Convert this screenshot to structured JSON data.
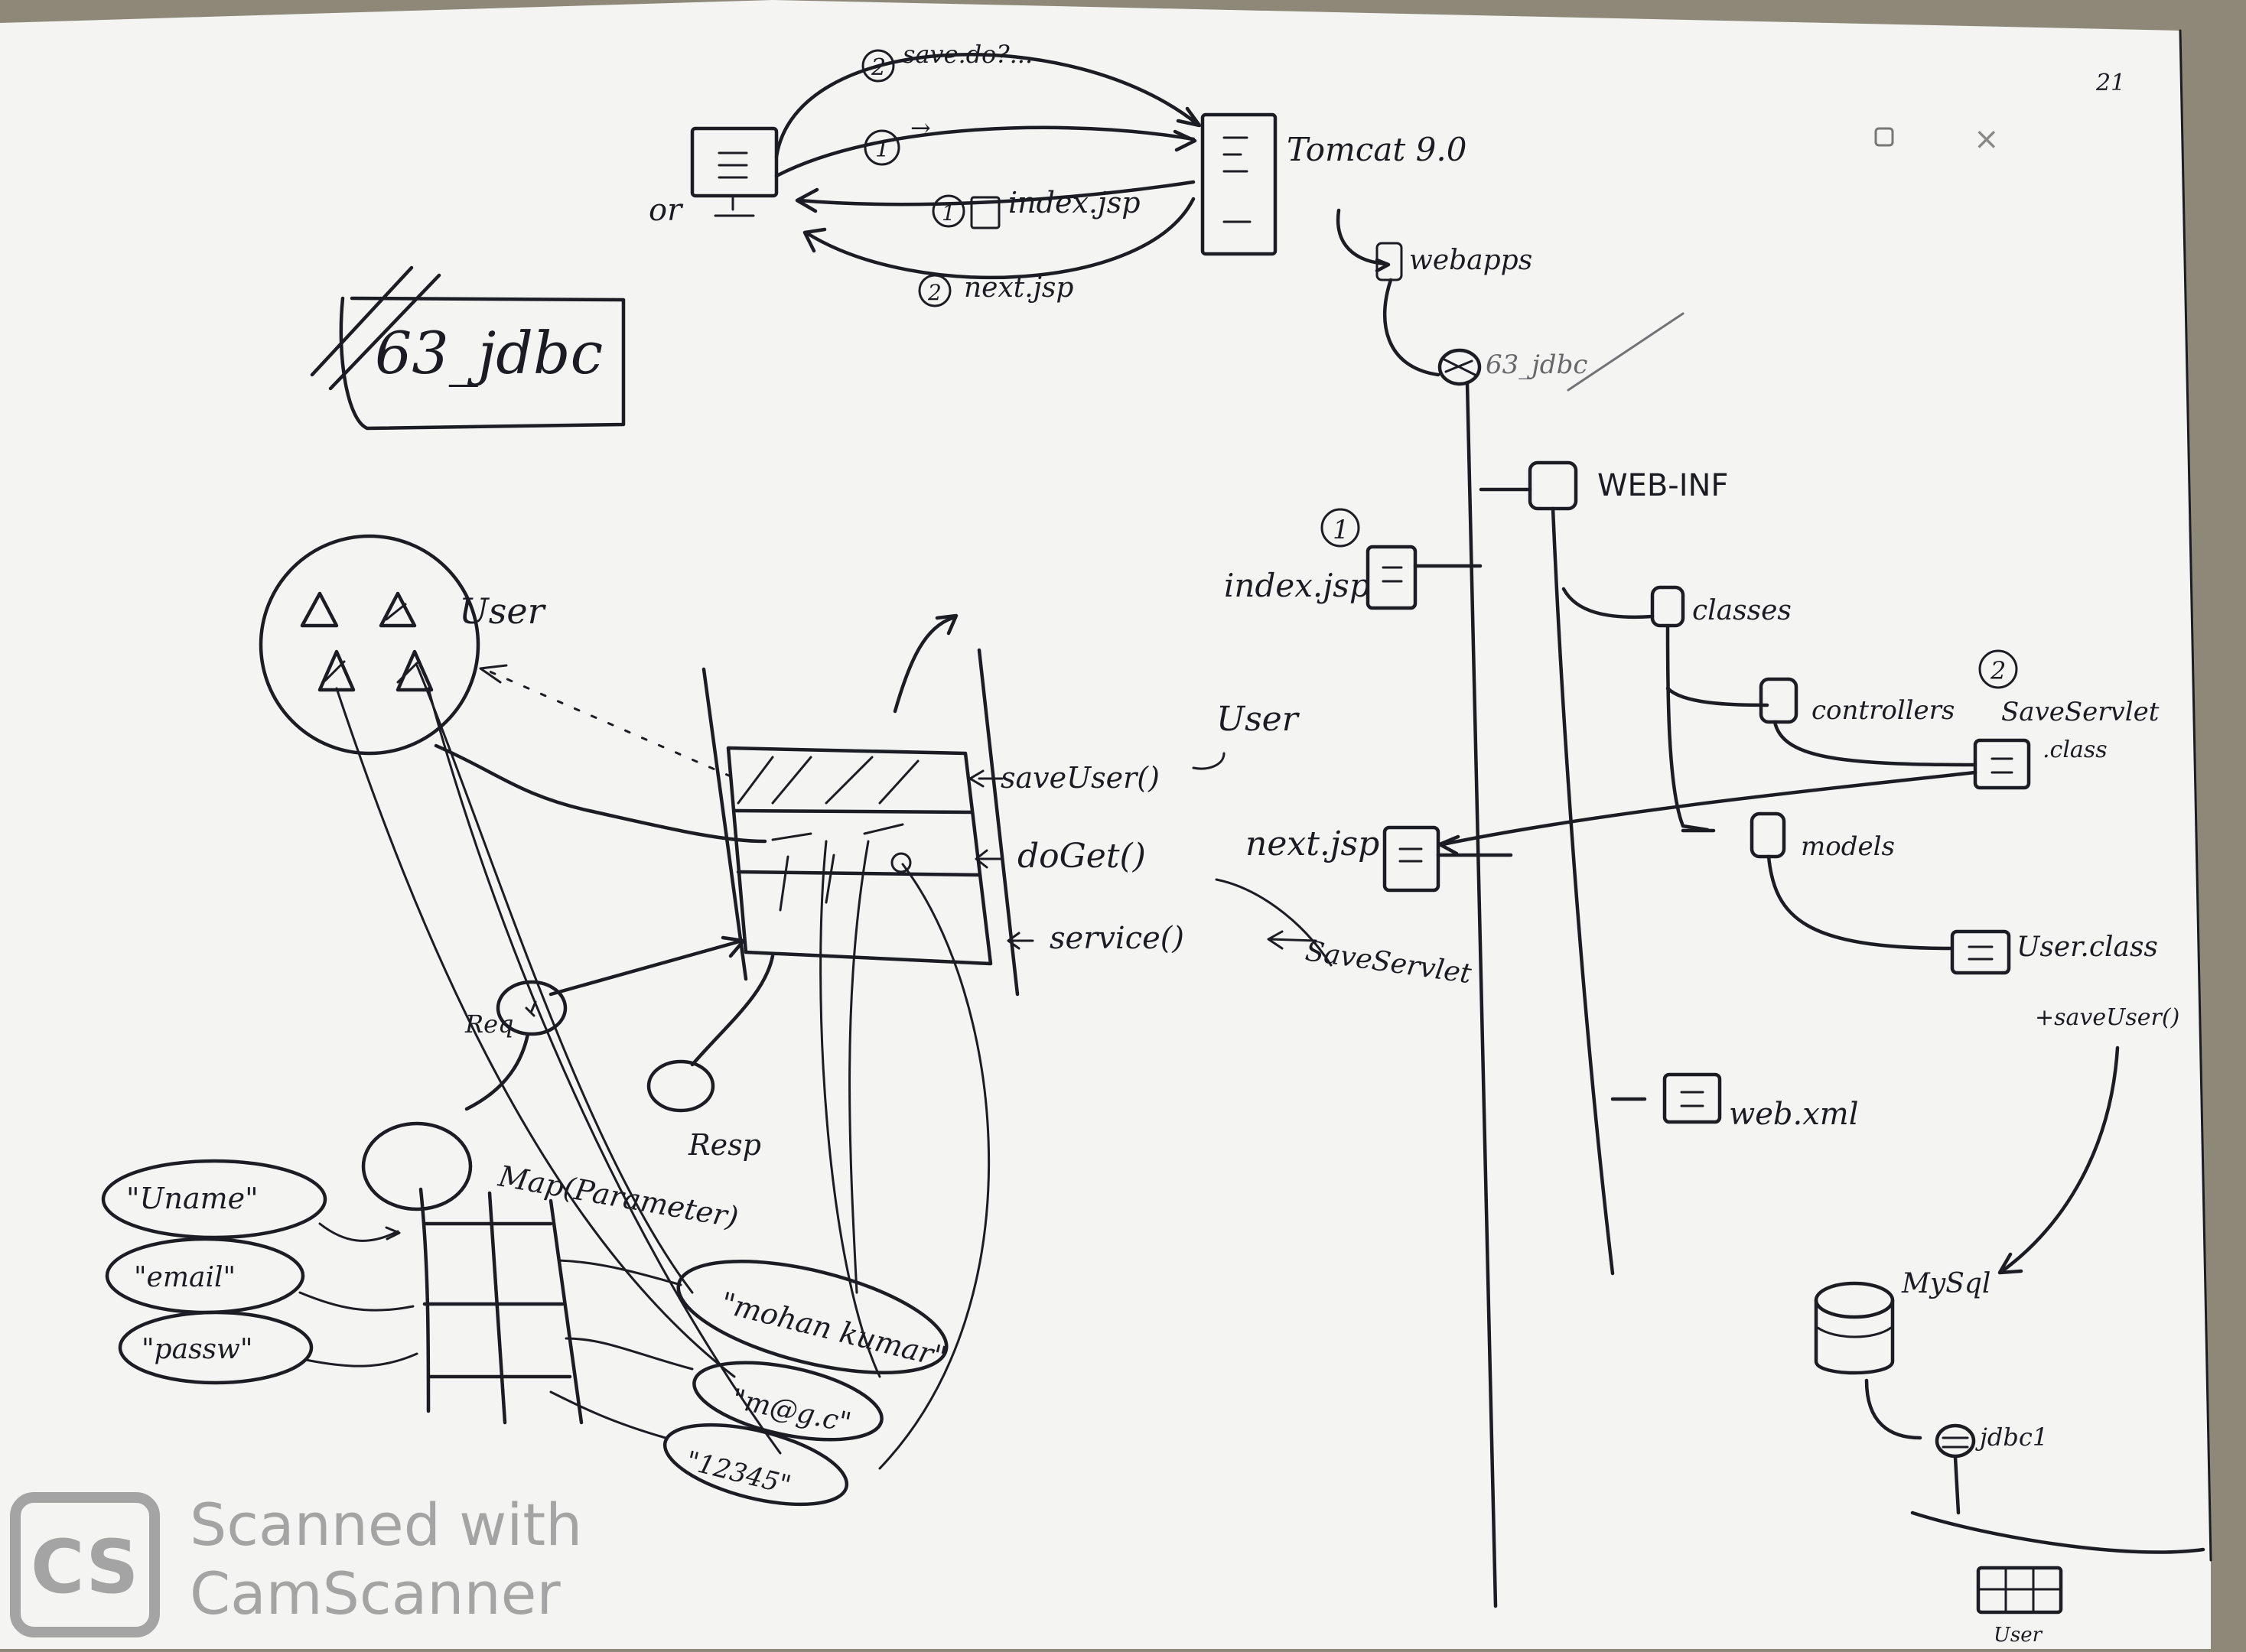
{
  "board": {
    "background_color": "#f4f4f2",
    "ink_color": "#1c1c24",
    "frame_color": "#8d8878"
  },
  "title_box": {
    "label": "63_jdbc"
  },
  "top_flow": {
    "request1_label": "save.do?...",
    "request2_label": "→",
    "response1_label": "index.jsp",
    "response2_label": "next.jsp",
    "num1": "1",
    "num2": "2",
    "or_label": "or",
    "server_label": "Tomcat 9.0",
    "page_number": "21"
  },
  "tree": {
    "webapps": "webapps",
    "project": "63_jdbc",
    "web_inf": "WEB-INF",
    "index_num": "1",
    "index_jsp": "index.jsp",
    "classes": "classes",
    "controllers": "controllers",
    "servlet_num": "2",
    "servlet_class_line1": "SaveServlet",
    "servlet_class_line2": ".class",
    "next_jsp": "next.jsp",
    "models": "models",
    "user_class": "User.class",
    "save_user": "+saveUser()",
    "web_xml": "web.xml",
    "mysql": "MySql",
    "db_name": "jdbc1",
    "table_name": "User"
  },
  "servlet": {
    "save_user": "saveUser()",
    "do_get": "doGet()",
    "service": "service()",
    "user_obj": "User",
    "name": "SaveServlet"
  },
  "request": {
    "user_label": "User",
    "req_label": "Req",
    "resp_label": "Resp",
    "map_label": "Map(Parameter)",
    "keys": [
      "\"Uname\"",
      "\"email\"",
      "\"passw\""
    ],
    "values": [
      "\"mohan kumar\"",
      "\"m@g.c\"",
      "\"12345\""
    ]
  },
  "watermark": {
    "logo": "CS",
    "line1": "Scanned with",
    "line2": "CamScanner"
  }
}
